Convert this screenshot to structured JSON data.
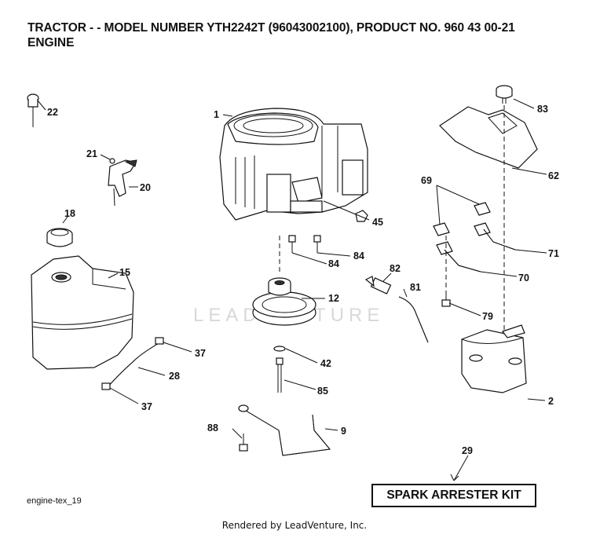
{
  "header": {
    "title": "TRACTOR - - MODEL NUMBER YTH2242T (96043002100), PRODUCT NO. 960 43 00-21",
    "subtitle": "ENGINE"
  },
  "watermark": {
    "text": "LEADVENTURE"
  },
  "callouts": {
    "c1": "1",
    "c2": "2",
    "c9": "9",
    "c12": "12",
    "c15": "15",
    "c18": "18",
    "c20": "20",
    "c21": "21",
    "c22": "22",
    "c28": "28",
    "c29": "29",
    "c37a": "37",
    "c37b": "37",
    "c42": "42",
    "c45": "45",
    "c62": "62",
    "c69": "69",
    "c70": "70",
    "c71": "71",
    "c79": "79",
    "c81": "81",
    "c82": "82",
    "c83": "83",
    "c84a": "84",
    "c84b": "84",
    "c85": "85",
    "c88": "88"
  },
  "kit": {
    "label": "SPARK ARRESTER KIT"
  },
  "diagram_ref": "engine-tex_19",
  "footer": "Rendered by LeadVenture, Inc."
}
